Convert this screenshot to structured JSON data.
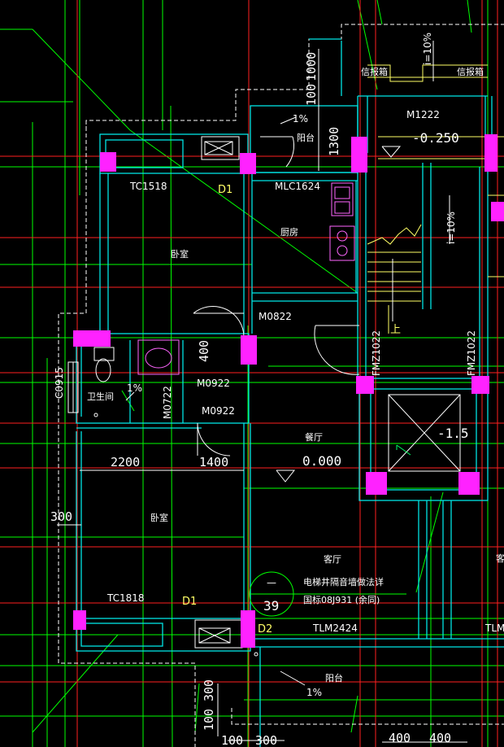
{
  "colors": {
    "background": "#000000",
    "wall": "#00e5e5",
    "axis": "#ff2020",
    "leader": "#00ff00",
    "column": "#ff33ff",
    "fixture": "#ff66ff",
    "outline": "#ffffff",
    "stair": "#ffff66",
    "elevator_marker": "#00ff66"
  },
  "rooms": {
    "balcony_top": "阳台",
    "kitchen": "厨房",
    "bedroom_top": "卧室",
    "bathroom": "卫生间",
    "dining": "餐厅",
    "bedroom_bottom": "卧室",
    "living": "客厅",
    "balcony_bottom": "阳台",
    "living_right": "客"
  },
  "openings": {
    "tc1518": "TC1518",
    "d1_top": "D1",
    "mlc1624": "MLC1624",
    "m1222": "M1222",
    "m0822": "M0822",
    "m0922_a": "M0922",
    "m0922_b": "M0922",
    "m0722": "M0722",
    "fmz1022_left": "FMZ1022",
    "fmz1022_right": "FMZ1022",
    "c0915": "C0915",
    "tc1818": "TC1818",
    "d1_bottom": "D1",
    "d2": "D2",
    "tlm2424": "TLM2424",
    "tlm_right": "TLM"
  },
  "cabinets": {
    "left": "信报箱",
    "right": "信报箱"
  },
  "elevations": {
    "stair_hall": "-0.250",
    "elevator_pit": "-1.5",
    "living_floor": "0.000"
  },
  "slopes": {
    "balcony_top": "1%",
    "bathroom": "1%",
    "balcony_bottom": "1%",
    "entry_ramp": "i=10%",
    "stair_ramp": "i=10%"
  },
  "stair": {
    "up_label": "上"
  },
  "dimensions": {
    "d1000": "1000",
    "d100_top": "100",
    "d1300": "1300",
    "d400": "400",
    "d2200": "2200",
    "d1400": "1400",
    "d300_left": "300",
    "d100_bottom": "100",
    "d300_vertical": "300",
    "d100_horizontal": "100",
    "d300_horizontal": "300",
    "d400_left": "400",
    "d400_right": "400"
  },
  "notes": {
    "detail_number": "39",
    "detail_dash": "—",
    "elevator_note_line1": "电梯井隔音墙做法详",
    "elevator_note_line2": "国标08J931 (余同)"
  }
}
